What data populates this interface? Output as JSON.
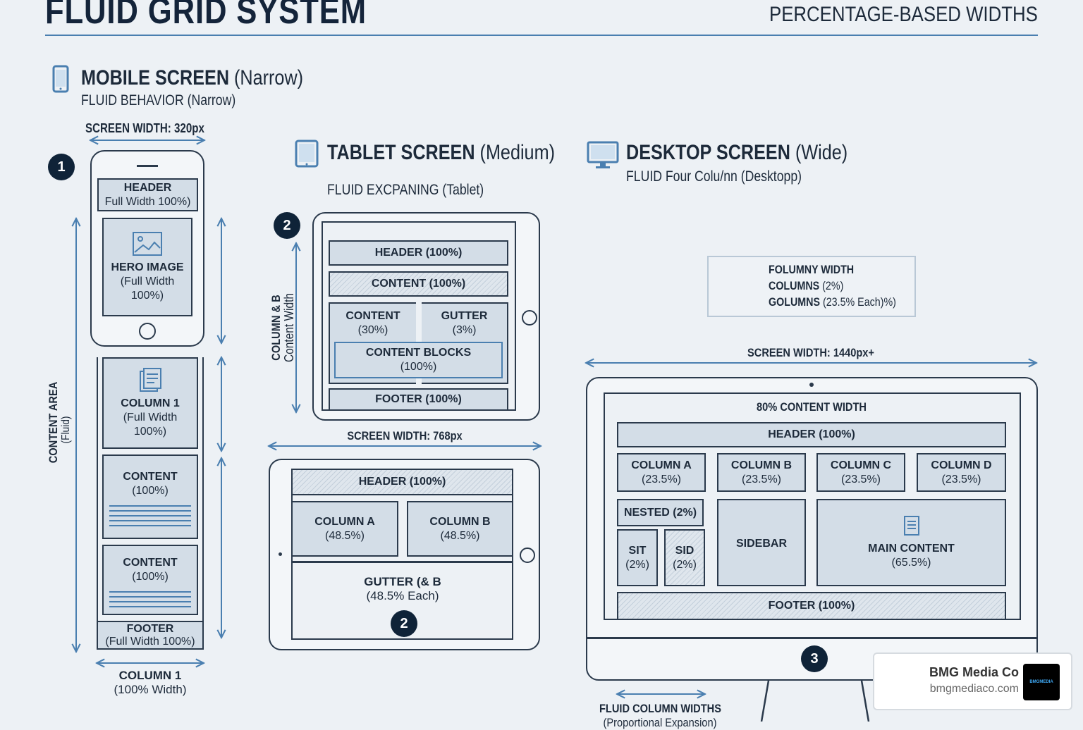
{
  "header": {
    "title": "FLUID GRID SYSTEM",
    "subtitle": "PERCENTAGE-BASED WIDTHS"
  },
  "colors": {
    "accent": "#4a7fb0",
    "dark": "#1d2a3a",
    "badge": "#0f2338",
    "box_fill": "#d3dde7",
    "background": "#edf1f5"
  },
  "mobile": {
    "icon": "smartphone-icon",
    "title_bold": "MOBILE SCREEN",
    "title_rest": "(Narrow)",
    "subtitle": "FLUID BEHAVIOR (Narrow)",
    "screen_width": "SCREEN WIDTH: 320px",
    "badge": "1",
    "side_label": "CONTENT AREA",
    "side_label_sub": "(Fluid)",
    "header": {
      "title": "HEADER",
      "sub": "Full Width 100%)"
    },
    "hero": {
      "title": "HERO IMAGE",
      "sub1": "(Full Width",
      "sub2": "100%)",
      "icon": "image-icon"
    },
    "column1": {
      "title": "COLUMN 1",
      "sub1": "(Full Width",
      "sub2": "100%)",
      "icon": "documents-icon"
    },
    "content1": {
      "title": "CONTENT",
      "sub": "(100%)"
    },
    "content2": {
      "title": "CONTENT",
      "sub": "(100%)"
    },
    "footer": {
      "title": "FOOTER",
      "sub": "(Full Width 100%)"
    },
    "bottom_label": "COLUMN 1",
    "bottom_label_sub": "(100% Width)"
  },
  "tablet": {
    "icon": "tablet-icon",
    "title_bold": "TABLET SCREEN",
    "title_rest": "(Medium)",
    "subtitle": "FLUID EXCPANING (Tablet)",
    "badge": "2",
    "side_label": "COLUMN & B",
    "side_label_sub": "Content Width",
    "top": {
      "header": "HEADER (100%)",
      "content": "CONTENT (100%)",
      "content_col": {
        "title": "CONTENT",
        "sub": "(30%)"
      },
      "gutter_col": {
        "title": "GUTTER",
        "sub": "(3%)"
      },
      "blocks": {
        "title": "CONTENT BLOCKS",
        "sub": "(100%)"
      },
      "footer": "FOOTER (100%)"
    },
    "screen_width": "SCREEN WIDTH: 768px",
    "bottom": {
      "header": "HEADER (100%)",
      "col_a": {
        "title": "COLUMN A",
        "sub": "(48.5%)"
      },
      "col_b": {
        "title": "COLUMN B",
        "sub": "(48.5%)"
      },
      "gutter": {
        "title": "GUTTER (& B",
        "sub": "(48.5% Each)"
      },
      "badge": "2"
    }
  },
  "desktop": {
    "icon": "monitor-icon",
    "title_bold": "DESKTOP SCREEN",
    "title_rest": "(Wide)",
    "subtitle": "FLUID Four Colu/nn (Desktopp)",
    "legend": [
      {
        "bold": "FOLUMNY WIDTH",
        "rest": "",
        "style": "solid-arrow"
      },
      {
        "bold": "COLUMNS",
        "rest": "(2%)",
        "style": "solid-arrow"
      },
      {
        "bold": "GOLUMNS",
        "rest": "(23.5% Each)%)",
        "style": "dashed"
      }
    ],
    "screen_width": "SCREEN WIDTH: 1440px+",
    "content_width": "80% CONTENT WIDTH",
    "header": "HEADER (100%)",
    "columns": [
      {
        "title": "COLUMN A",
        "sub": "(23.5%)"
      },
      {
        "title": "COLUMN B",
        "sub": "(23.5%)"
      },
      {
        "title": "COLUMN C",
        "sub": "(23.5%)"
      },
      {
        "title": "COLUMN D",
        "sub": "(23.5%)"
      }
    ],
    "nested": "NESTED (2%)",
    "sit": {
      "title": "SIT",
      "sub": "(2%)"
    },
    "sid": {
      "title": "SID",
      "sub": "(2%)"
    },
    "sidebar": "SIDEBAR",
    "main": {
      "title": "MAIN CONTENT",
      "sub": "(65.5%)",
      "icon": "document-icon"
    },
    "footer": "FOOTER (100%)",
    "badge": "3",
    "bottom_label": "FLUID COLUMN WIDTHS",
    "bottom_label_sub": "(Proportional Expansion)"
  },
  "watermark": {
    "name": "BMG Media Co",
    "url": "bmgmediaco.com",
    "logo_text": "BMGMEDIA"
  }
}
